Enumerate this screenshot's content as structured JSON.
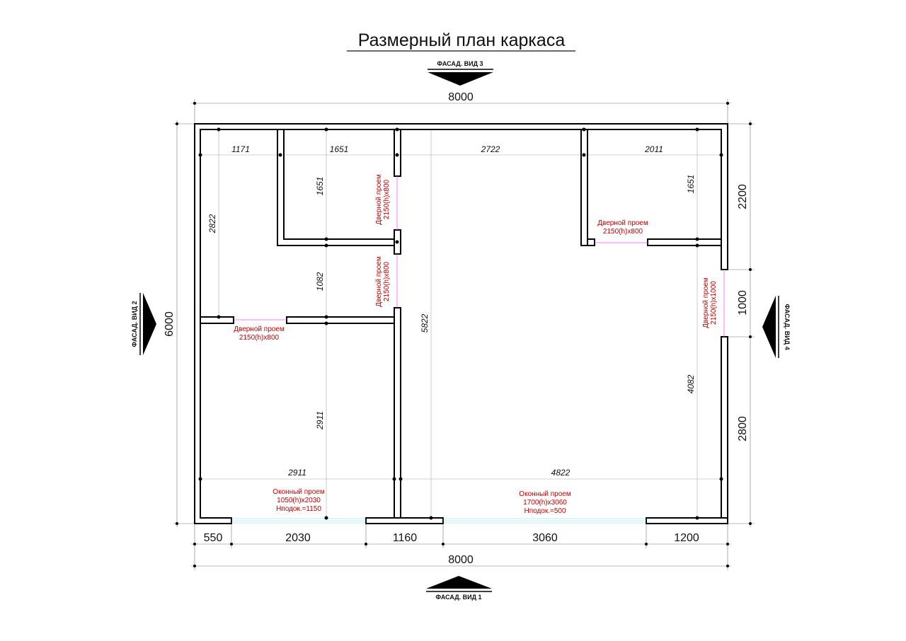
{
  "title": "Размерный план каркаса",
  "facades": {
    "top": "ФАСАД. ВИД 3",
    "bottom": "ФАСАД. ВИД 1",
    "left": "ФАСАД. ВИД 2",
    "right": "ФАСАД. ВИД 4"
  },
  "outer_dims": {
    "top_total": "8000",
    "bottom_total": "8000",
    "left_total": "6000",
    "right_segments": [
      "2200",
      "1000",
      "2800"
    ],
    "bottom_segments": [
      "550",
      "2030",
      "1160",
      "3060",
      "1200"
    ]
  },
  "inner_dims": {
    "top_row": [
      "1171",
      "1651",
      "2722",
      "2011"
    ],
    "bottom_row": [
      "2911",
      "4822"
    ],
    "col1_vertical": [
      "1651",
      "1082",
      "2911"
    ],
    "left_vertical": "2822",
    "center_vertical": "5822",
    "right_vertical": [
      "1651",
      "4082"
    ]
  },
  "openings": {
    "door_vertical_upper": [
      "Дверной проем",
      "2150(h)x800"
    ],
    "door_vertical_lower": [
      "Дверной проем",
      "2150(h)x800"
    ],
    "door_left": [
      "Дверной проем",
      "2150(h)x800"
    ],
    "door_right_room": [
      "Дверной проем",
      "2150(h)x800"
    ],
    "door_right_wall": [
      "Дверной проем",
      "2150(h)x1000"
    ],
    "window_left": [
      "Оконный проем",
      "1050(h)x2030",
      "Hподок.=1150"
    ],
    "window_right": [
      "Оконный проем",
      "1700(h)x3060",
      "Hподок.=500"
    ]
  }
}
